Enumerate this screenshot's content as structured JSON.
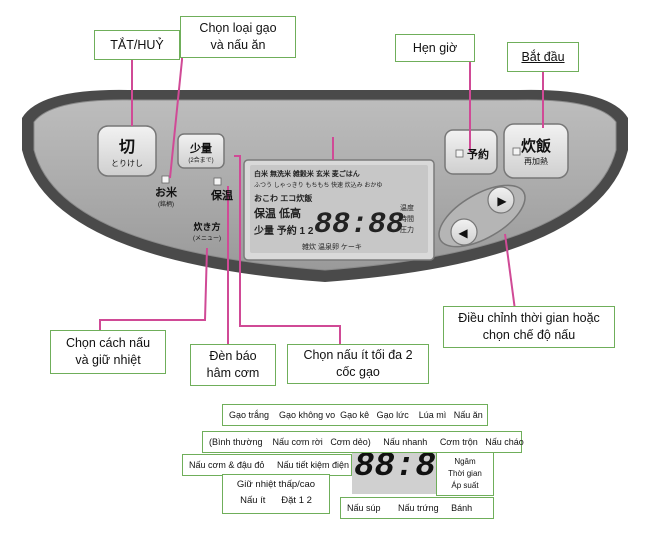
{
  "callouts": {
    "off_cancel": "TẮT/HUỶ",
    "rice_type": "Chọn loại gạo\nvà nấu ăn",
    "timer": "Hẹn giờ",
    "start": "Bắt đầu",
    "adjust_time": "Điều chỉnh thời gian hoặc\nchọn chế độ nấu",
    "cooking_method": "Chọn cách nấu\nvà giữ nhiệt",
    "keep_warm_lamp": "Đèn báo\nhâm cơm",
    "small_amount": "Chọn nấu ít tối đa 2\ncốc gạo"
  },
  "panel": {
    "btn_off": {
      "jp": "切",
      "jp_small": "とりけし"
    },
    "btn_rice": {
      "jp": "お米",
      "jp_small": "(銘柄)"
    },
    "btn_small": {
      "jp": "少量",
      "jp_small": "(2合まで)"
    },
    "keep_warm": "保温",
    "btn_method": {
      "jp": "炊き方",
      "jp_small": "(メニュー)"
    },
    "btn_timer": "予約",
    "btn_start": {
      "jp": "炊飯",
      "jp_small": "再加熱"
    },
    "lcd_row1": "白米 無洗米 雑穀米 玄米 麦ごはん",
    "lcd_row2": "ふつう しゃっきり もちもち 快速 炊込み おかゆ",
    "lcd_row3a": "おこわ エコ炊飯",
    "lcd_row3b": "保温 低高",
    "lcd_row3c": "少量 予約 1 2",
    "lcd_digits": "88:88",
    "lcd_right": [
      "温度",
      "時間",
      "圧力"
    ],
    "lcd_bottom": "雑炊 温泉卵 ケーキ",
    "arrow_right": "▶",
    "arrow_left": "◀"
  },
  "legend": {
    "row1": [
      "Gạo trắng",
      "Gạo không vo",
      "Gạo kê",
      "Gạo lức",
      "Lúa mì",
      "Nấu ăn"
    ],
    "row2": [
      "(Bình thường",
      "Nấu cơm rời",
      "Cơm dẻo)",
      "Nấu nhanh",
      "Cơm trộn",
      "Nấu cháo"
    ],
    "row3": [
      "Nấu cơm & đậu đỏ",
      "Nấu tiết kiệm điện"
    ],
    "row4a": "Giữ nhiệt thấp/cao",
    "row4b": "Nấu ít      Đặt 1 2",
    "right_box": [
      "Ngâm",
      "Thời gian",
      "Áp suất"
    ],
    "row5": [
      "Nấu súp",
      "Nấu trứng",
      "Bánh"
    ],
    "digits": "88:88"
  }
}
